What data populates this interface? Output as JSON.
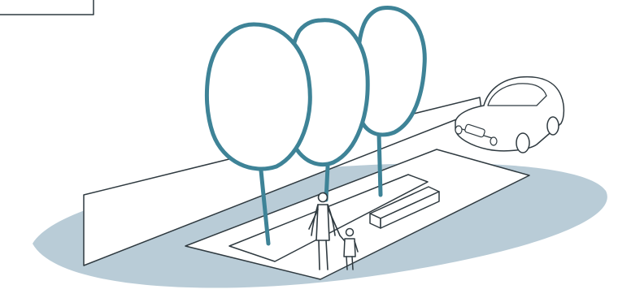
{
  "illustration": {
    "colors": {
      "ground_shadow": "#b9ccd7",
      "tree_outline": "#3e8397",
      "line_dark": "#2f3a40",
      "fill_white": "#ffffff"
    },
    "elements": {
      "trees": 3,
      "people": [
        "adult",
        "child"
      ],
      "bench": 1,
      "car": 1
    }
  }
}
